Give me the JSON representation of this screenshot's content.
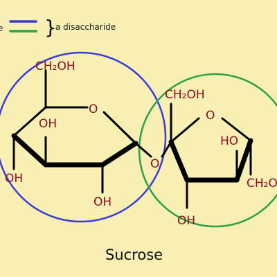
{
  "legend": {
    "truncated_label": "e",
    "brace": "}",
    "description": "a disaccharide",
    "colors": {
      "glucose": "#3b3bd6",
      "fructose": "#2ea043"
    }
  },
  "title": "Sucrose",
  "glucose_ring": {
    "ring_oxygen": "O",
    "ch2oh": "CH₂OH",
    "hydroxyls": [
      "OH",
      "OH",
      "OH"
    ]
  },
  "glycosidic_oxygen": "O",
  "fructose_ring": {
    "ring_oxygen": "O",
    "ch2oh_top": "CH₂OH",
    "ch2oh_right": "CH₂O",
    "hydroxyls": [
      "HO",
      "OH"
    ]
  },
  "colors": {
    "background": "#f7efb4",
    "atoms": "#8b1020",
    "bonds": "#000000"
  }
}
